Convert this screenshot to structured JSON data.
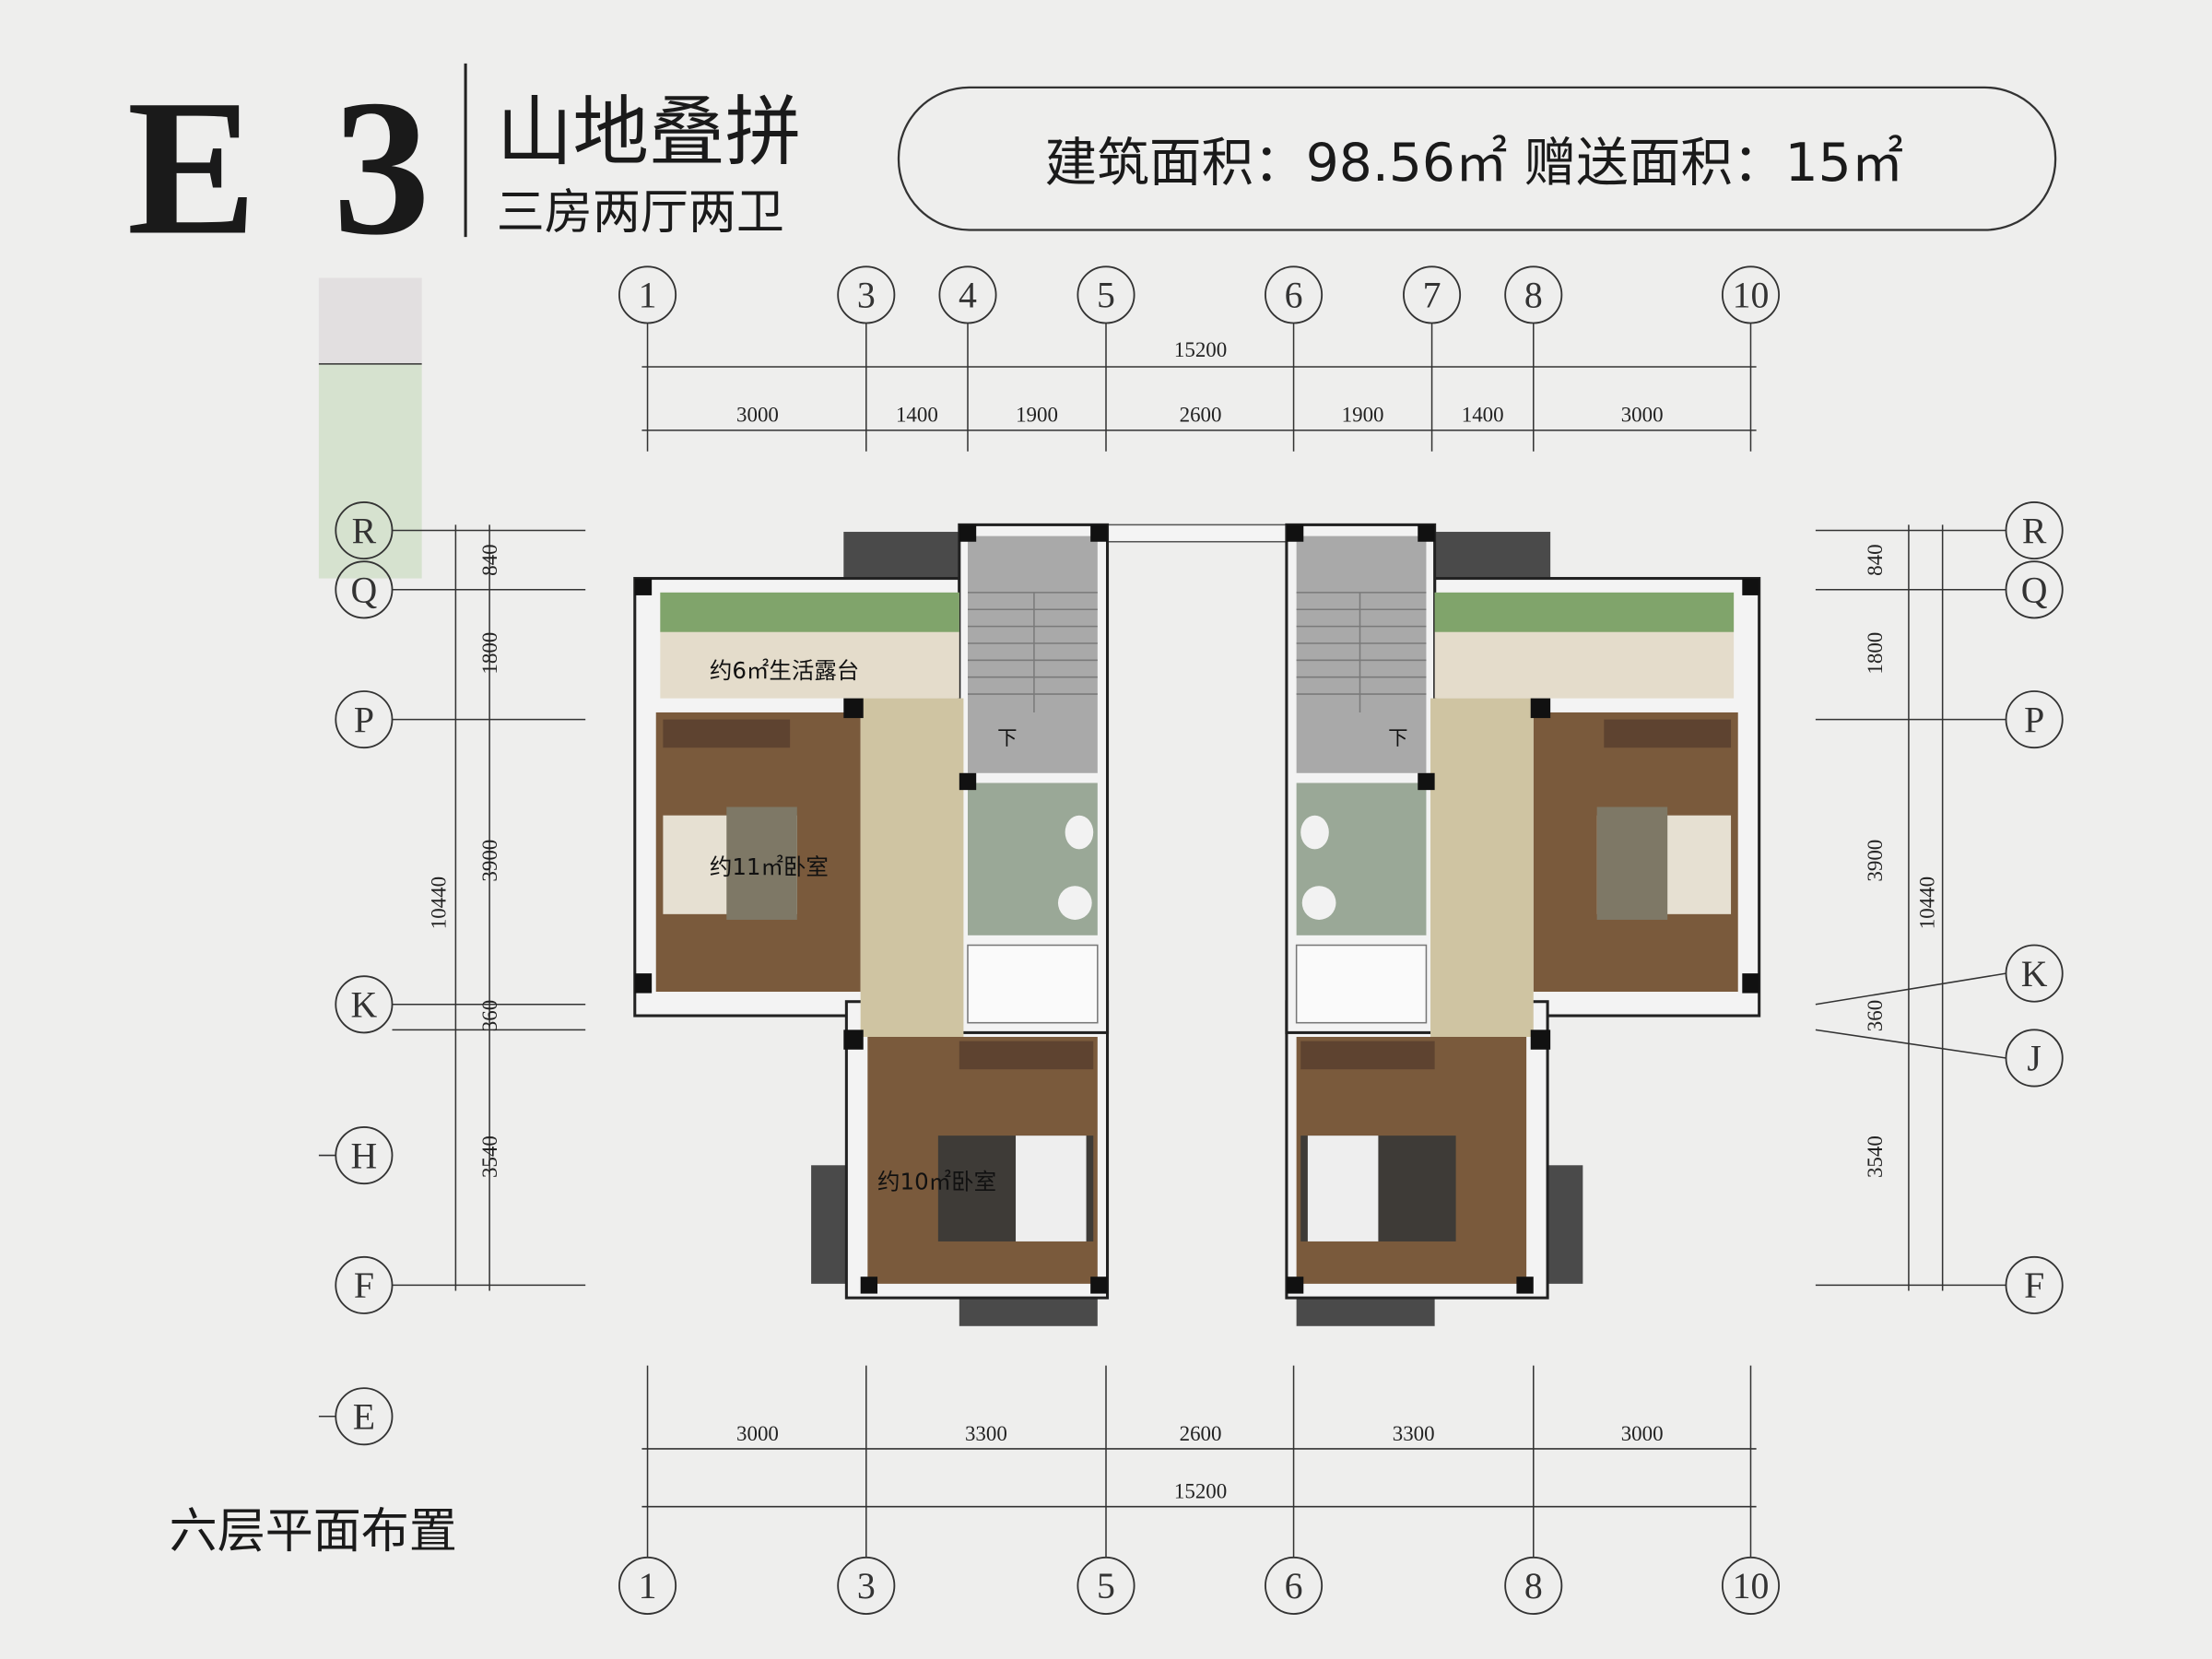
{
  "header": {
    "model": "E3",
    "type": "山地叠拼",
    "layout": "三房两厅两卫",
    "area_text": "建筑面积：98.56㎡  赠送面积：15㎡"
  },
  "floor_title": "六层平面布置",
  "grid_top": [
    "1",
    "3",
    "4",
    "5",
    "6",
    "7",
    "8",
    "10"
  ],
  "grid_bottom": [
    "1",
    "3",
    "5",
    "6",
    "8",
    "10"
  ],
  "grid_left": [
    "R",
    "Q",
    "P",
    "K",
    "H",
    "F",
    "E"
  ],
  "grid_right": [
    "R",
    "Q",
    "P",
    "K",
    "J",
    "F"
  ],
  "dims_top_total": "15200",
  "dims_top": [
    "3000",
    "1400",
    "1900",
    "2600",
    "1900",
    "1400",
    "3000"
  ],
  "dims_bottom_total": "15200",
  "dims_bottom": [
    "3000",
    "3300",
    "2600",
    "3300",
    "3000"
  ],
  "dims_side": [
    "840",
    "1800",
    "3900",
    "360",
    "3540"
  ],
  "dims_side_total": "10440",
  "rooms": {
    "terrace": "约6㎡生活露台",
    "bedroom_11": "约11㎡卧室",
    "bedroom_10": "约10㎡卧室",
    "stair_down": "下"
  },
  "colors": {
    "wood": "#7a5a3c",
    "corridor": "#cfc4a2",
    "stair": "#a9a9a9",
    "bath": "#9aa897",
    "terrace": "#e4dccb",
    "plant": "#6f9a5a",
    "wall": "#111111"
  }
}
